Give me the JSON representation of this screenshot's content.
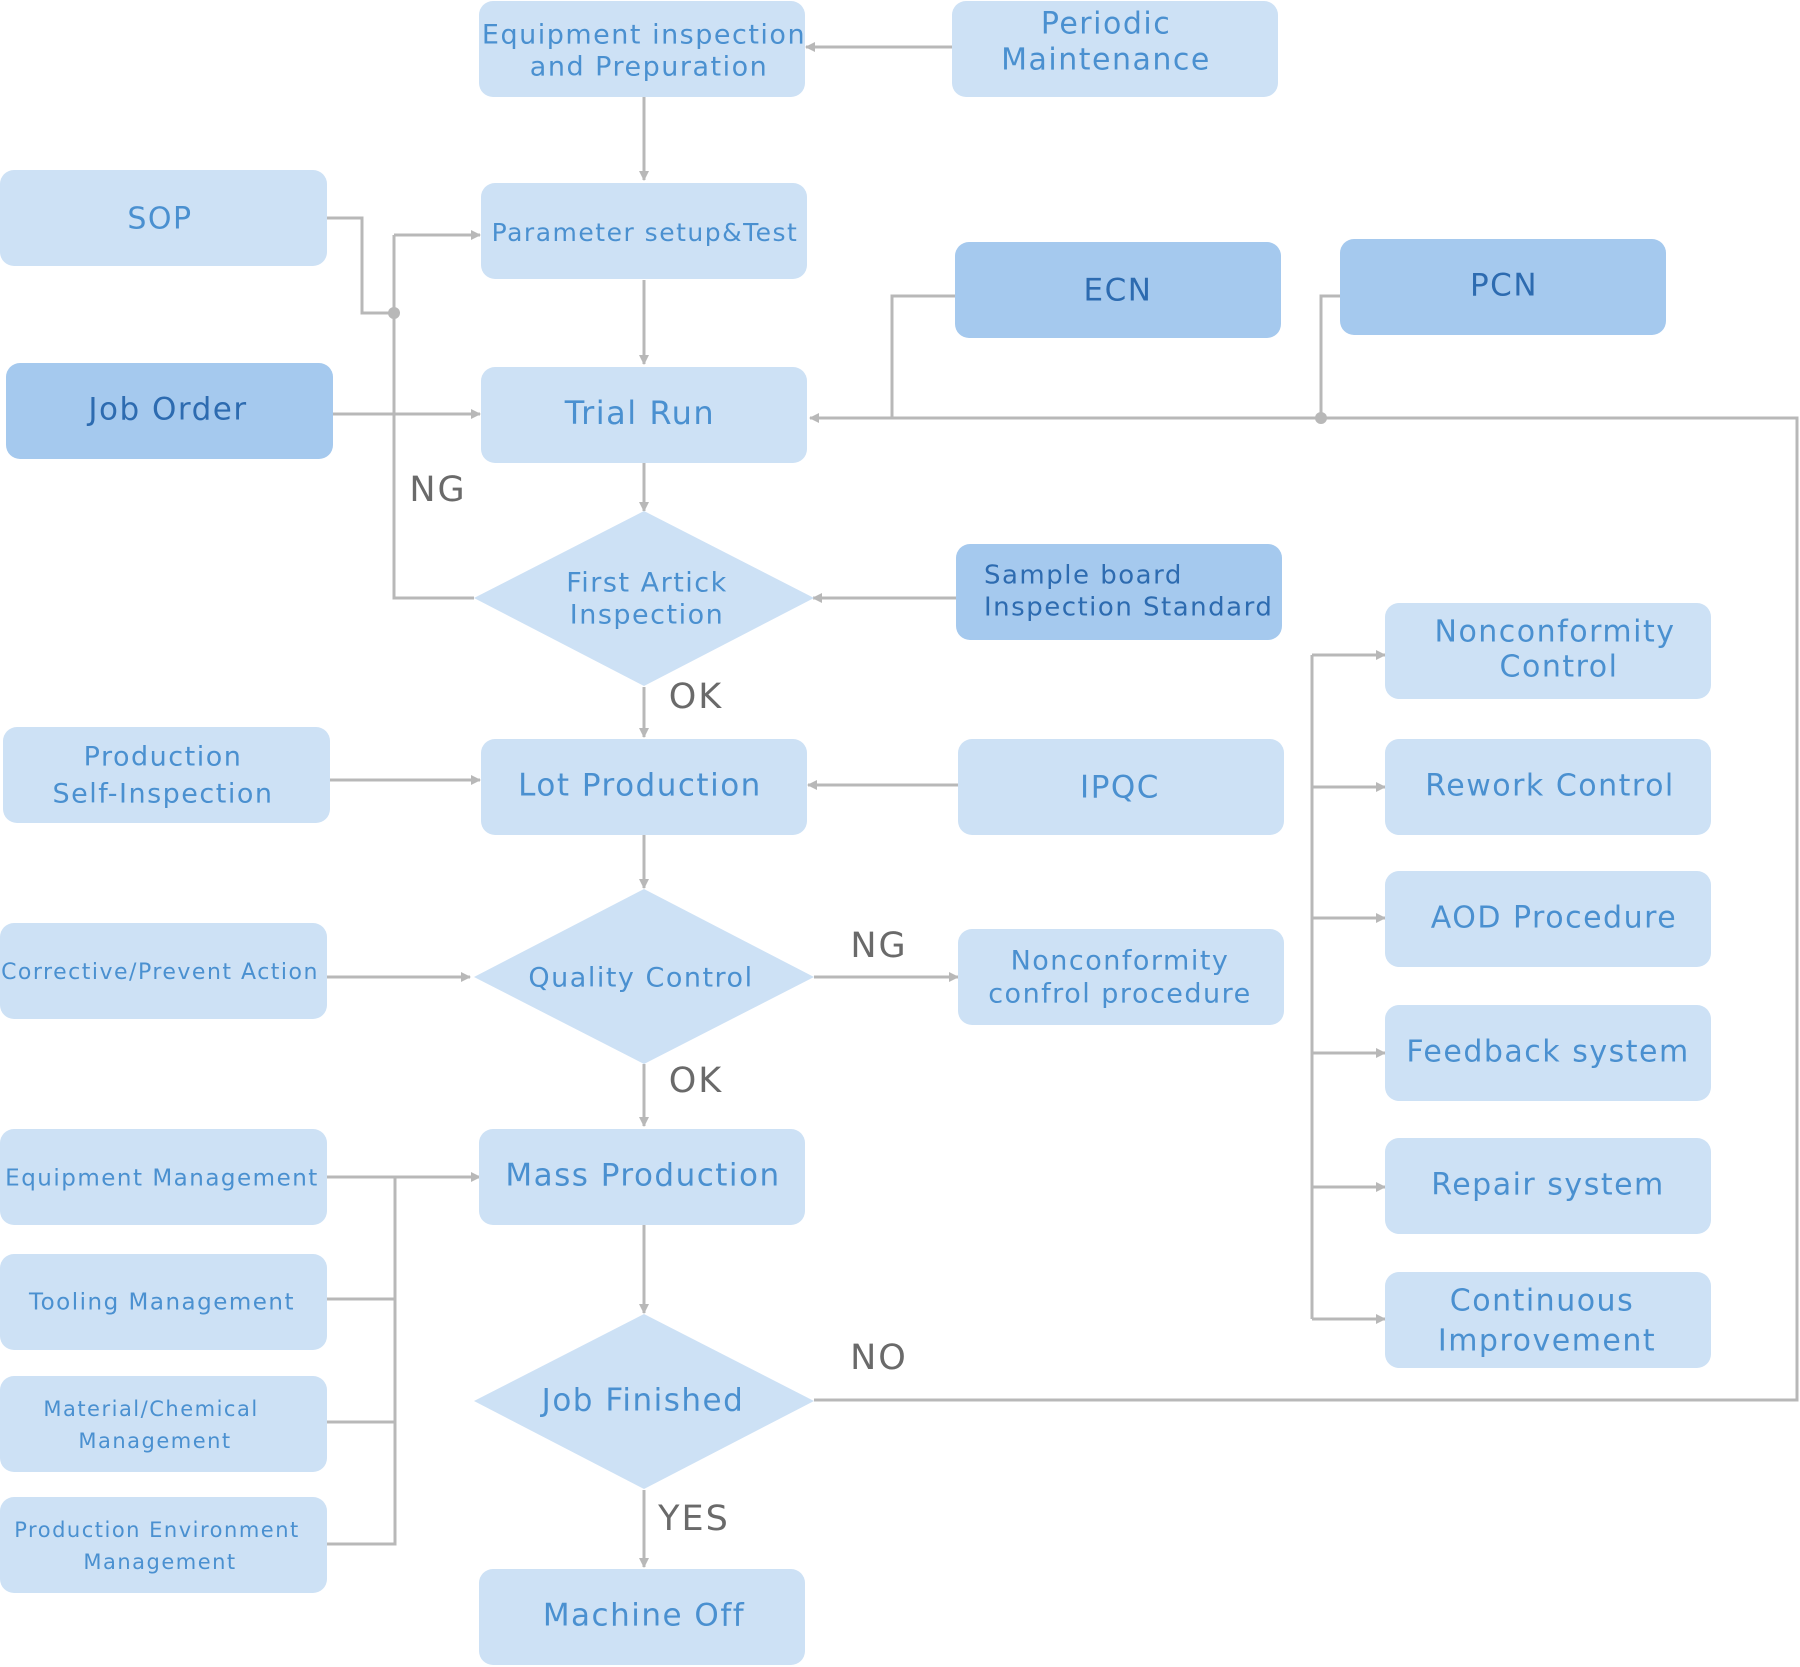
{
  "nodes": {
    "equipment_inspection": [
      "Equipment inspection",
      "and Prepuration"
    ],
    "periodic_maintenance": [
      "Periodic",
      "Maintenance"
    ],
    "sop": [
      "SOP"
    ],
    "parameter_setup": [
      "Parameter setup&Test"
    ],
    "ecn": [
      "ECN"
    ],
    "pcn": [
      "PCN"
    ],
    "job_order": [
      "Job Order"
    ],
    "trial_run": [
      "Trial Run"
    ],
    "first_article": [
      "First Artick",
      "Inspection"
    ],
    "sample_board": [
      "Sample board",
      "Inspection Standard"
    ],
    "nonconformity_control": [
      "Nonconformity",
      "Control"
    ],
    "production_self_inspection": [
      "Production",
      "Self-Inspection"
    ],
    "lot_production": [
      "Lot Production"
    ],
    "ipqc": [
      "IPQC"
    ],
    "rework_control": [
      "Rework Control"
    ],
    "aod_procedure": [
      "AOD Procedure"
    ],
    "corrective_action": [
      "Corrective/Prevent Action"
    ],
    "quality_control": [
      "Quality Control"
    ],
    "nonconformity_procedure": [
      "Nonconformity",
      "confrol procedure"
    ],
    "feedback_system": [
      "Feedback system"
    ],
    "equipment_management": [
      "Equipment Management"
    ],
    "mass_production": [
      "Mass Production"
    ],
    "repair_system": [
      "Repair system"
    ],
    "tooling_management": [
      "Tooling Management"
    ],
    "continuous_improvement": [
      "Continuous",
      "Improvement"
    ],
    "material_management": [
      "Material/Chemical",
      "Management"
    ],
    "job_finished": [
      "Job Finished"
    ],
    "environment_management": [
      "Production Environment",
      "Management"
    ],
    "machine_off": [
      "Machine Off"
    ]
  },
  "edge_labels": {
    "ng_first_article": "NG",
    "ok_first_article": "OK",
    "ng_quality": "NG",
    "ok_quality": "OK",
    "no_job": "NO",
    "yes_job": "YES"
  },
  "colors": {
    "light_box": "#cde1f5",
    "dark_box": "#a5c9ee",
    "light_text": "#4a90d0",
    "dark_text": "#2d6bb0",
    "connector": "#b8b8b8",
    "edge_label": "#6a6a6a"
  }
}
